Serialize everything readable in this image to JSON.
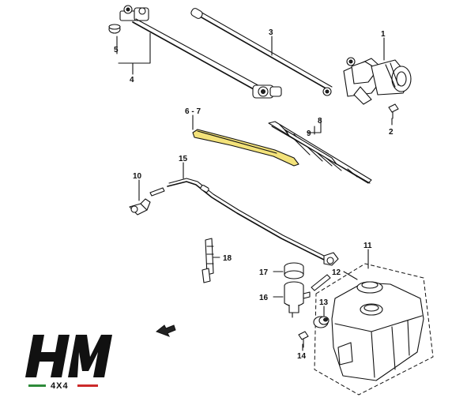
{
  "callouts": {
    "c1": "1",
    "c2": "2",
    "c3": "3",
    "c4": "4",
    "c5": "5",
    "c67": "6 - 7",
    "c8": "8",
    "c9": "9",
    "c10": "10",
    "c11": "11",
    "c12": "12",
    "c13": "13",
    "c14": "14",
    "c15": "15",
    "c16": "16",
    "c17": "17",
    "c18": "18"
  },
  "logo": {
    "sub": "4X4"
  },
  "colors": {
    "highlight": "#f3e27a",
    "flag_green": "#2e8b3a",
    "flag_red": "#cc2a2a",
    "ink": "#111111"
  }
}
